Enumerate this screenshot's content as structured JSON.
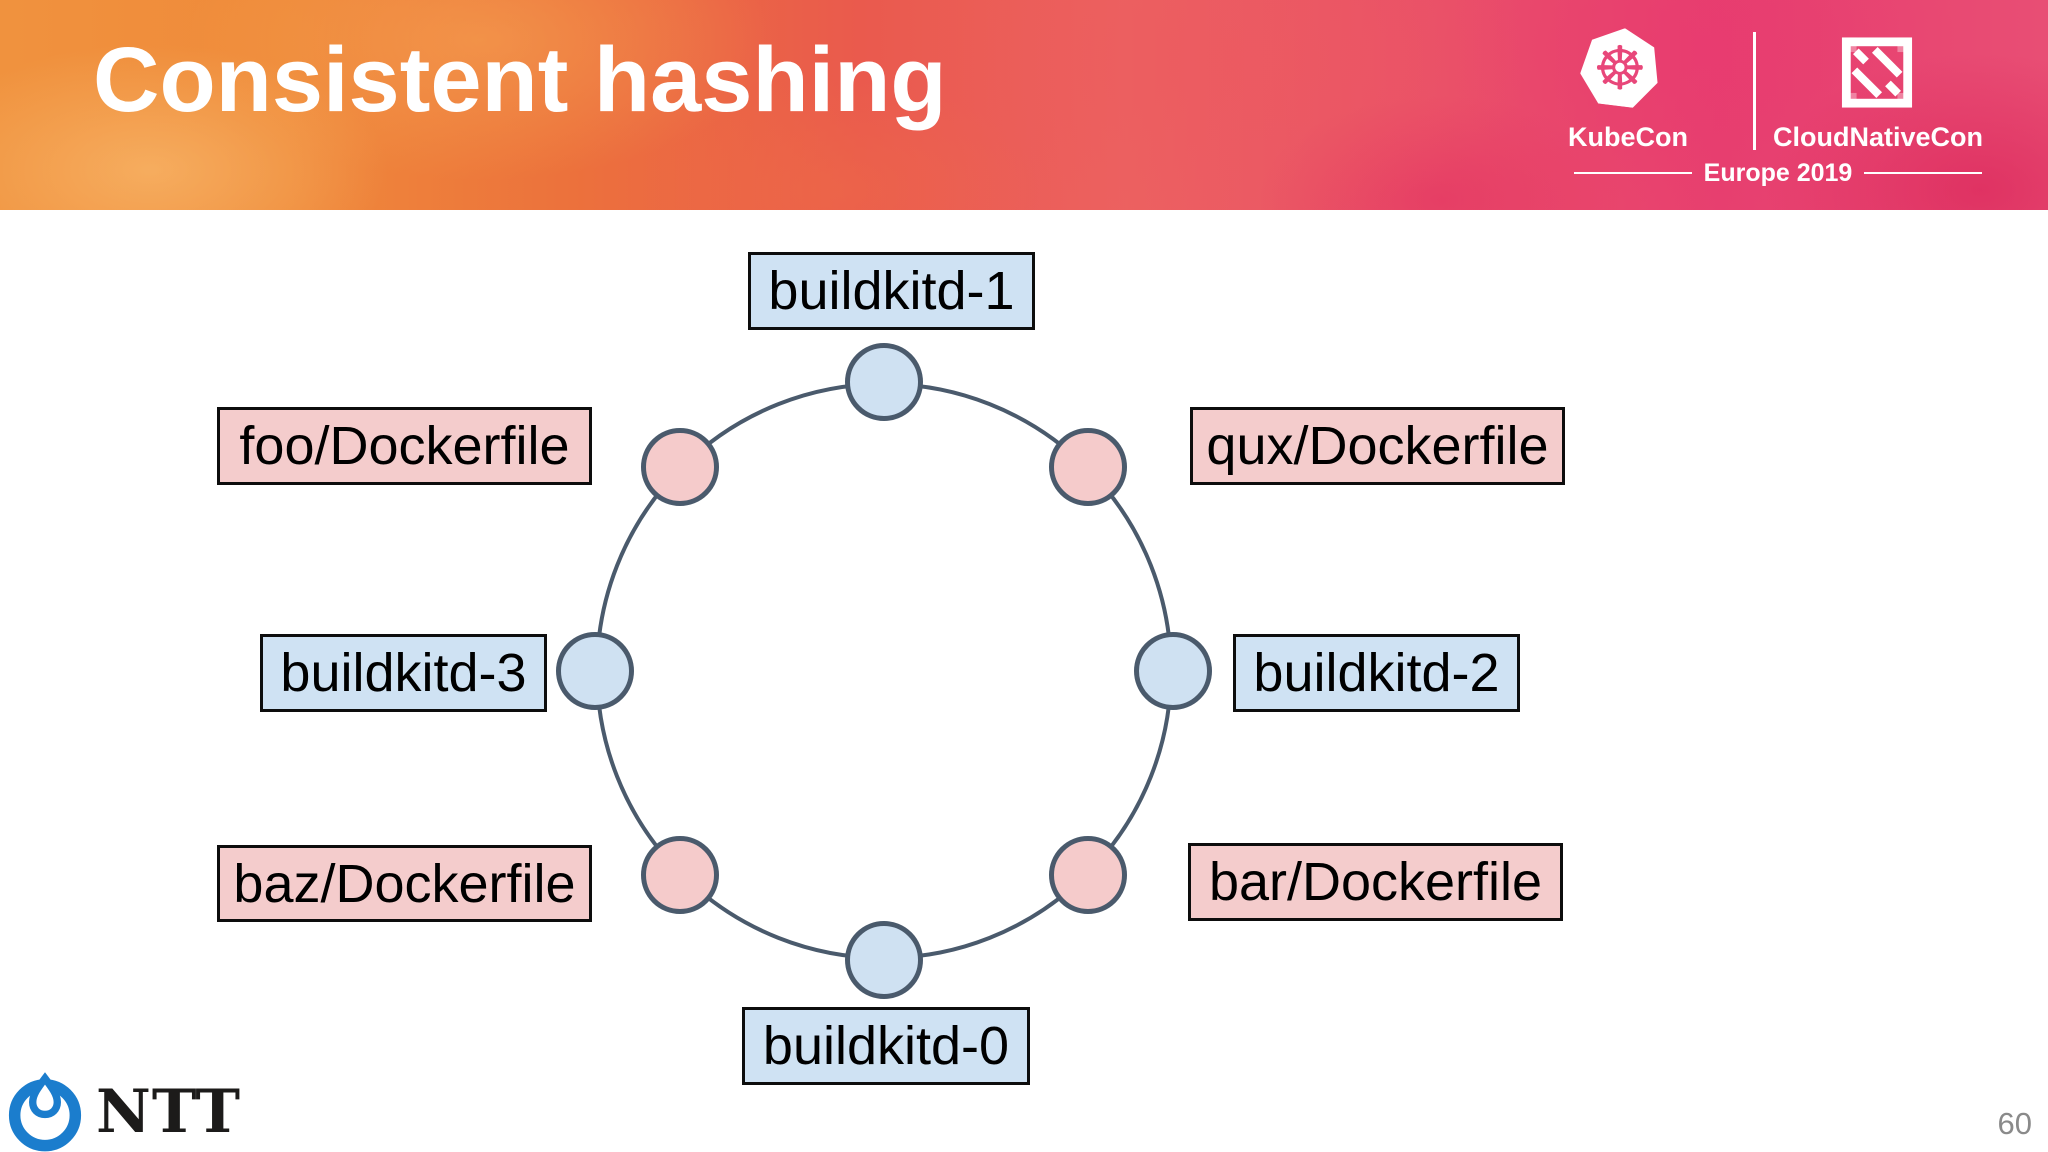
{
  "slide": {
    "title": "Consistent hashing",
    "page_number": "60"
  },
  "header": {
    "kubecon_label": "KubeCon",
    "cloudnativecon_label": "CloudNativeCon",
    "event_label": "Europe 2019",
    "helm_icon_glyph": "☸"
  },
  "footer": {
    "ntt_label": "NTT"
  },
  "diagram": {
    "type": "consistent-hash-ring",
    "description": "Ring with alternating builder nodes (blue) and Dockerfile build items (pink) placed by consistent hashing",
    "ring_nodes": [
      {
        "label": "buildkitd-1",
        "kind": "builder",
        "position": "top"
      },
      {
        "label": "qux/Dockerfile",
        "kind": "build-item",
        "position": "upper-right"
      },
      {
        "label": "buildkitd-2",
        "kind": "builder",
        "position": "right"
      },
      {
        "label": "bar/Dockerfile",
        "kind": "build-item",
        "position": "lower-right"
      },
      {
        "label": "buildkitd-0",
        "kind": "builder",
        "position": "bottom"
      },
      {
        "label": "baz/Dockerfile",
        "kind": "build-item",
        "position": "lower-left"
      },
      {
        "label": "buildkitd-3",
        "kind": "builder",
        "position": "left"
      },
      {
        "label": "foo/Dockerfile",
        "kind": "build-item",
        "position": "upper-left"
      }
    ],
    "colors": {
      "builder_fill": "#cfe2f3",
      "item_fill": "#f4cccc",
      "ring_stroke": "#4a5a6c",
      "box_border": "#0d0d0d"
    }
  }
}
